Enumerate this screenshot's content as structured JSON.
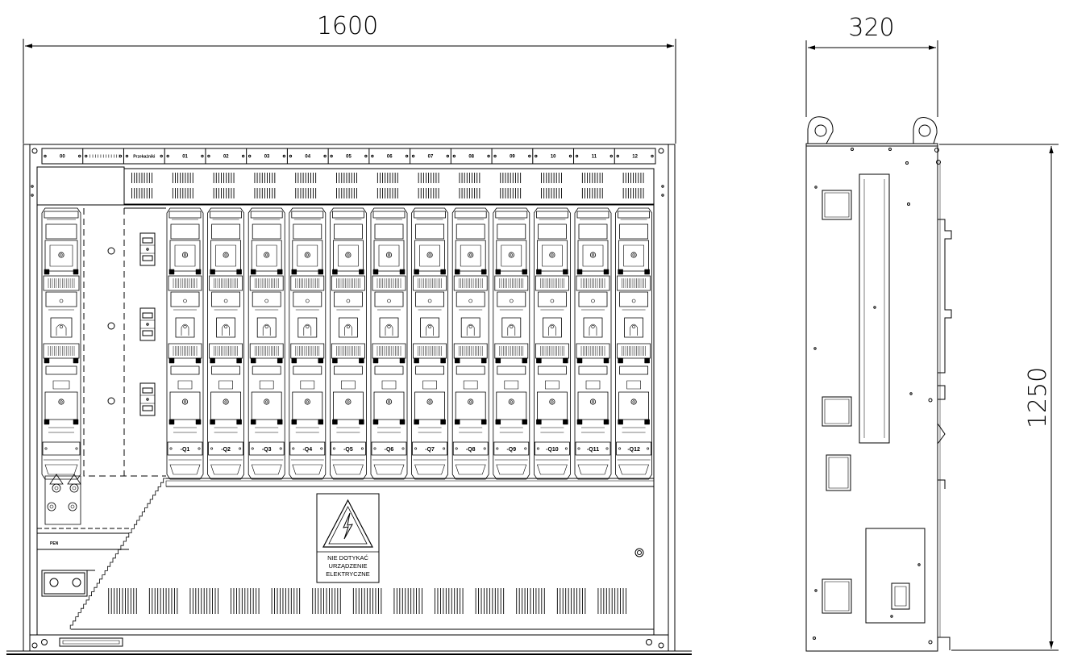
{
  "dimensions": {
    "front_width": "1600",
    "side_depth": "320",
    "height": "1250"
  },
  "top_labels": [
    "00",
    "",
    "Przekaźniki",
    "01",
    "02",
    "03",
    "04",
    "05",
    "06",
    "07",
    "08",
    "09",
    "10",
    "11",
    "12"
  ],
  "breakers": [
    "-Q1",
    "-Q2",
    "-Q3",
    "-Q4",
    "-Q5",
    "-Q6",
    "-Q7",
    "-Q8",
    "-Q9",
    "-Q10",
    "-Q11",
    "-Q12"
  ],
  "pen_label": "PEN",
  "warning_sign": {
    "line1": "NIE DOTYKAĆ",
    "line2": "URZĄDZENIE",
    "line3": "ELEKTRYCZNE"
  }
}
